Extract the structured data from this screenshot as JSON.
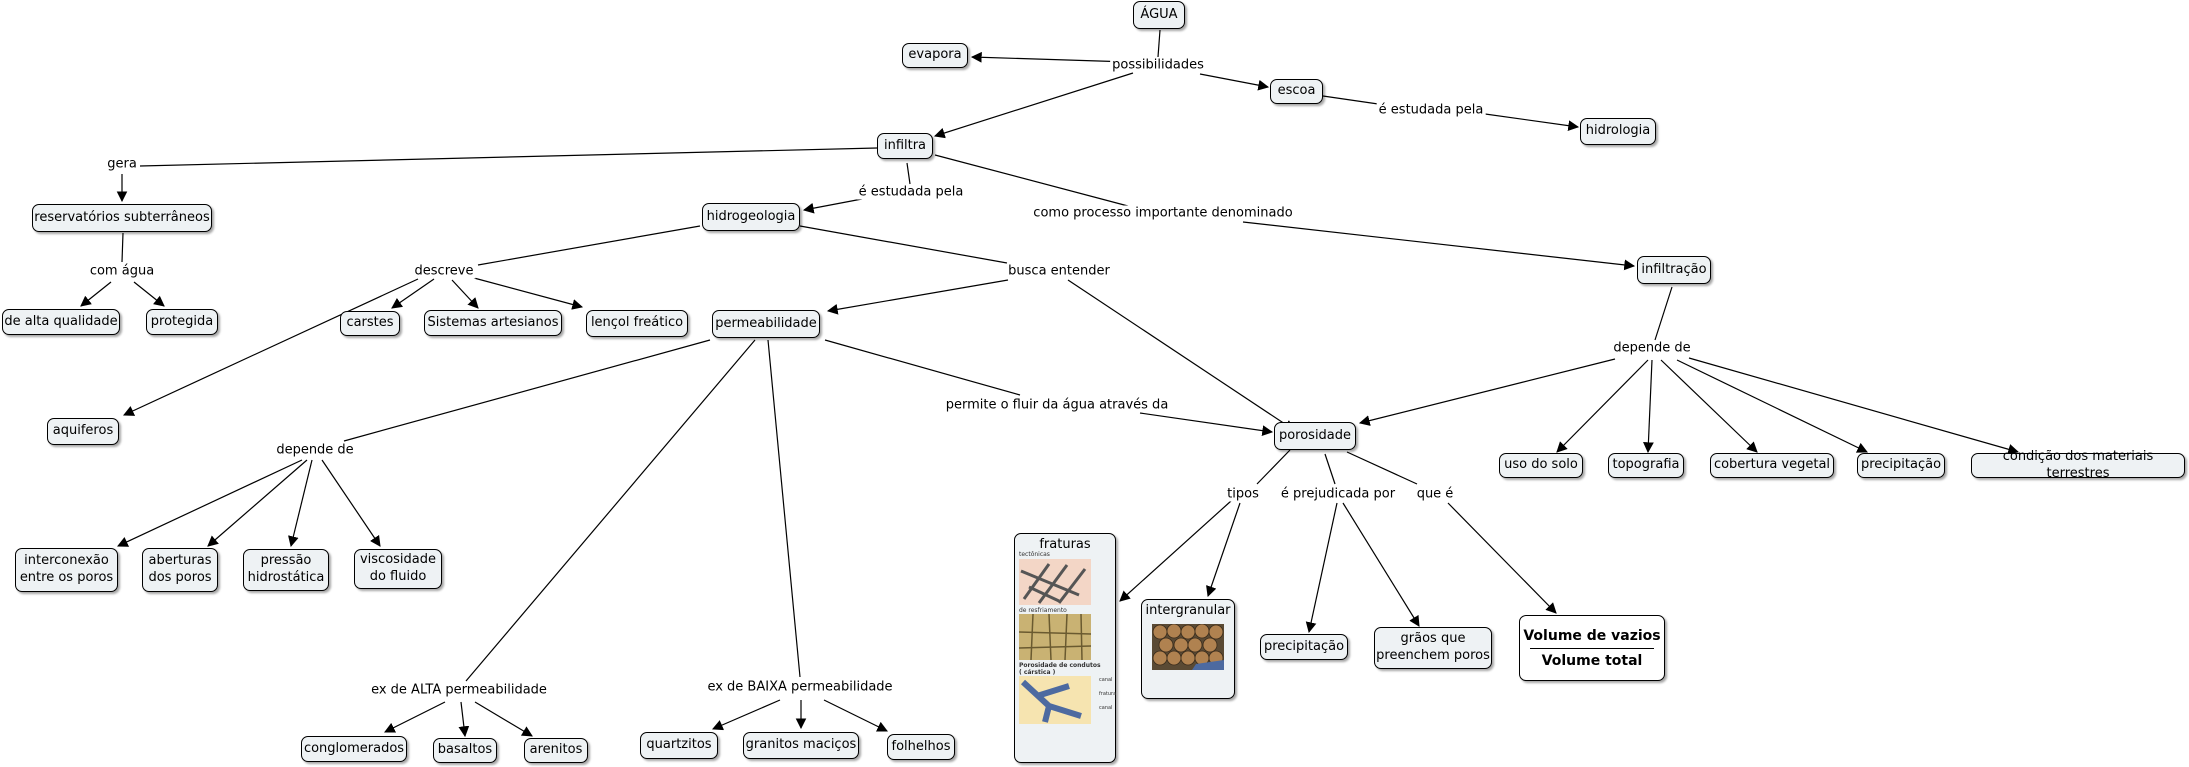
{
  "nodes": {
    "agua": "ÁGUA",
    "evapora": "evapora",
    "escoa": "escoa",
    "hidrologia": "hidrologia",
    "infiltra": "infiltra",
    "reservatorios": "reservatórios subterrâneos",
    "alta_qualidade": "de alta qualidade",
    "protegida": "protegida",
    "hidrogeologia": "hidrogeologia",
    "carstes": "carstes",
    "sistemas_artesianos": "Sistemas artesianos",
    "lencol": "lençol freático",
    "aquiferos": "aquiferos",
    "permeabilidade": "permeabilidade",
    "interconexao": "interconexão\nentre os poros",
    "aberturas": "aberturas\ndos poros",
    "pressao": "pressão\nhidrostática",
    "viscosidade": "viscosidade\ndo fluido",
    "conglomerados": "conglomerados",
    "basaltos": "basaltos",
    "arenitos": "arenitos",
    "quartzitos": "quartzitos",
    "granitos": "granitos maciços",
    "folhelhos": "folhelhos",
    "infiltracao": "infiltração",
    "porosidade": "porosidade",
    "uso_solo": "uso do solo",
    "topografia": "topografia",
    "cobertura": "cobertura vegetal",
    "precipitacao_r": "precipitação",
    "condicao": "condição dos materiais terrestres",
    "fraturas": "fraturas",
    "intergranular": "intergranular",
    "precipitacao_p": "precipitação",
    "graos": "grãos que\npreenchem poros"
  },
  "fraturas_captions": {
    "tectonicas": "tectônicas",
    "resfriamento": "de resfriamento",
    "condutos": "Porosidade de condutos\n( cárstica )",
    "sub_a": "canal",
    "sub_b": "fratura",
    "sub_c": "canal"
  },
  "formula": {
    "numerator": "Volume de vazios",
    "denominator": "Volume total"
  },
  "labels": {
    "possibilidades": "possibilidades",
    "estudada_hidrologia": "é estudada pela",
    "gera": "gera",
    "com_agua": "com água",
    "estudada_hidrogeologia": "é estudada pela",
    "como_processo": "como processo importante denominado",
    "descreve": "descreve",
    "busca_entender": "busca entender",
    "depende_de_infiltracao": "depende de",
    "permite": "permite o fluir da água através da",
    "depende_de_permeabilidade": "depende de",
    "tipos": "tipos",
    "prejudicada": "é prejudicada por",
    "que_e": "que é",
    "ex_alta": "ex de ALTA permeabilidade",
    "ex_baixa": "ex de BAIXA permeabilidade"
  }
}
